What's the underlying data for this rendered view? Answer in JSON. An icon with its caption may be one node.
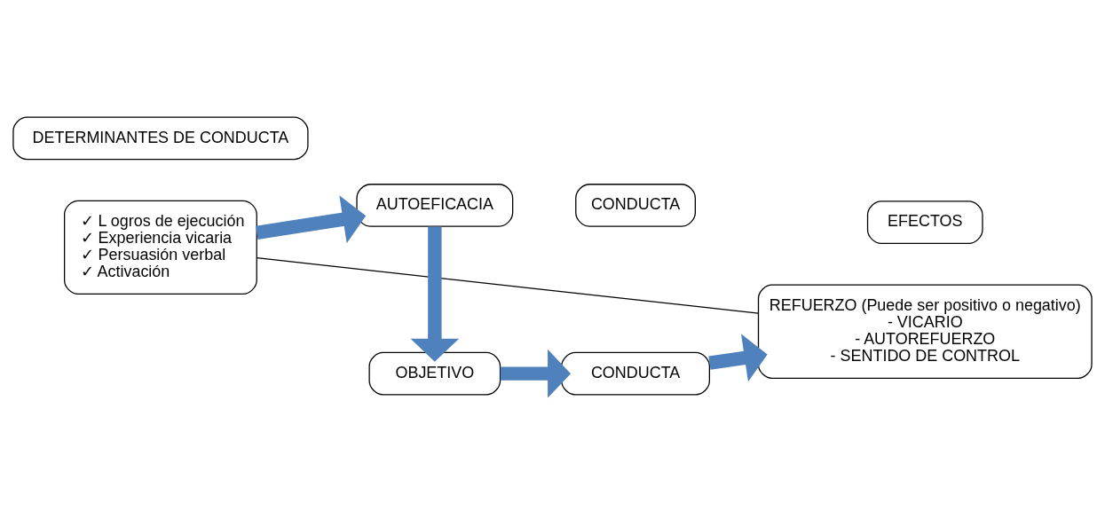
{
  "diagram": {
    "nodes": [
      {
        "text": [
          "DETERMINANTES DE CONDUCTA"
        ]
      },
      {
        "text": [
          "CONDUCTA"
        ]
      },
      {
        "text": [
          "EFECTOS"
        ]
      },
      {
        "text": [
          "✓ L ogros de ejecución",
          "✓ Experiencia vicaria",
          "✓ Persuasión verbal",
          "✓ Activación"
        ]
      },
      {
        "text": [
          "AUTOEFICACIA"
        ]
      },
      {
        "text": [
          "OBJETIVO"
        ]
      },
      {
        "text": [
          "CONDUCTA"
        ]
      },
      {
        "text": [
          "REFUERZO (Puede ser positivo o negativo)",
          "- VICARIO",
          "- AUTOREFUERZO",
          "- SENTIDO DE CONTROL"
        ]
      }
    ],
    "edges": [
      {
        "from": 3,
        "to": 4,
        "arrow": "to"
      },
      {
        "from": 4,
        "to": 5,
        "arrow": "to"
      },
      {
        "from": 5,
        "to": 6,
        "arrow": "to"
      },
      {
        "from": 6,
        "to": 7,
        "arrow": "to"
      },
      {
        "from": 3,
        "to": 7,
        "arrow": "none",
        "color": "#000000"
      }
    ]
  }
}
